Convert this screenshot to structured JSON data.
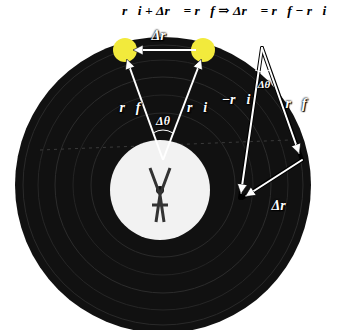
{
  "diagram": {
    "labels": [
      "r⃗i + Δr⃗ = r⃗f ⇒ Δr⃗ = r⃗f − r⃗i",
      "Δr⃗",
      "r⃗f",
      "Δθ",
      "r⃗i",
      "−r⃗i",
      "Δθ",
      "r⃗f",
      "Δr⃗"
    ]
  }
}
